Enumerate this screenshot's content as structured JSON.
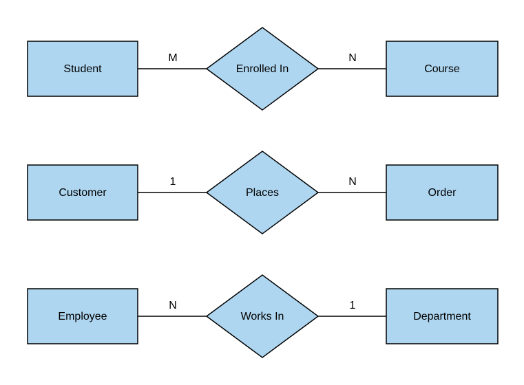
{
  "diagram": {
    "colors": {
      "background": "#ffffff",
      "entity_fill": "#aed6f0",
      "relationship_fill": "#cce6f7",
      "stroke": "#000000",
      "text": "#000000"
    },
    "rows": [
      {
        "left_entity": "Student",
        "left_cardinality": "M",
        "relationship": "Enrolled In",
        "right_cardinality": "N",
        "right_entity": "Course"
      },
      {
        "left_entity": "Customer",
        "left_cardinality": "1",
        "relationship": "Places",
        "right_cardinality": "N",
        "right_entity": "Order"
      },
      {
        "left_entity": "Employee",
        "left_cardinality": "N",
        "relationship": "Works In",
        "right_cardinality": "1",
        "right_entity": "Department"
      }
    ]
  }
}
